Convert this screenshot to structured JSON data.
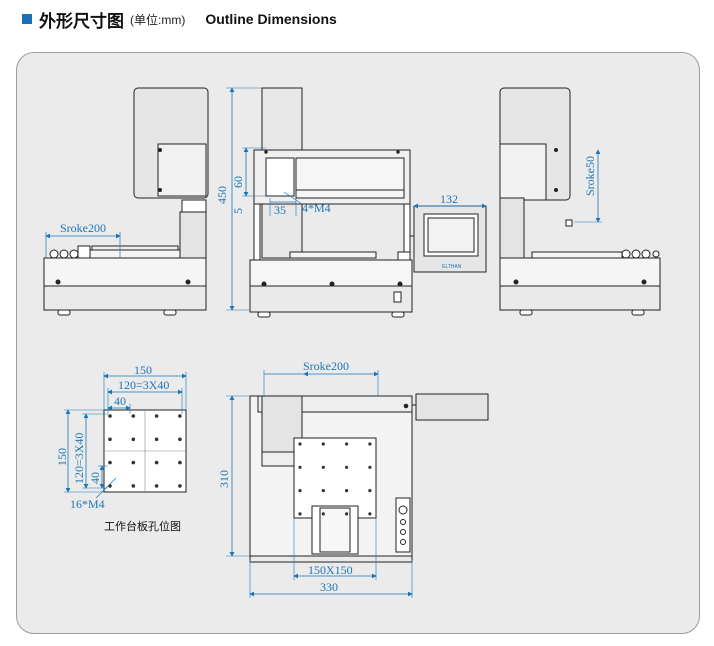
{
  "header": {
    "title_cn": "外形尺寸图",
    "unit": "(单位:mm)",
    "title_en": "Outline Dimensions"
  },
  "side_view_left": {
    "stroke": "Sroke200"
  },
  "front_view": {
    "height_total": "450",
    "height_upper": "60",
    "height_small": "5",
    "offset": "35",
    "holes": "4*M4",
    "pendant_width": "132",
    "brand": "ELTHAN"
  },
  "side_view_right": {
    "stroke": "Sroke50"
  },
  "plate": {
    "width": "150",
    "pitch_h": "120=3X40",
    "pitch_h_single": "40",
    "height": "150",
    "pitch_v": "120=3X40",
    "pitch_v_single": "40",
    "holes": "16*M4",
    "caption": "工作台板孔位图"
  },
  "top_view": {
    "stroke": "Sroke200",
    "depth": "310",
    "table": "150X150",
    "width": "330"
  },
  "colors": {
    "accent": "#1a6fb5",
    "dimension": "#1b76b8",
    "line": "#222222",
    "panel": "#ebebeb"
  }
}
